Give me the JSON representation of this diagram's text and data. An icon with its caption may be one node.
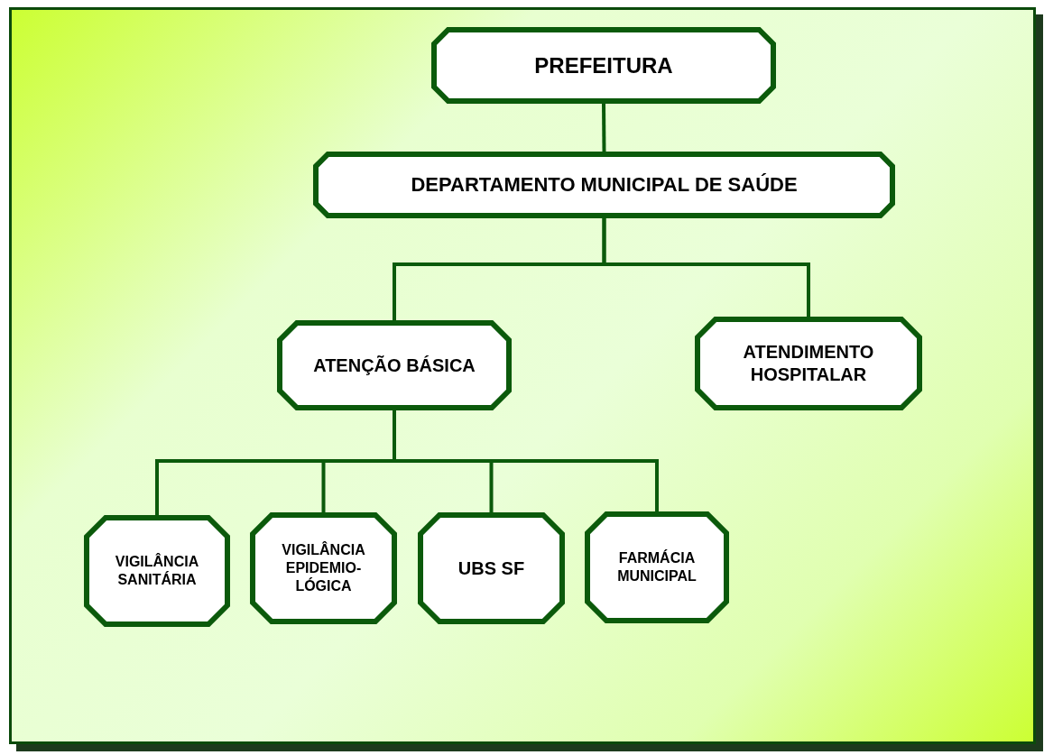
{
  "diagram": {
    "nodes": [
      {
        "text": [
          "PREFEITURA"
        ]
      },
      {
        "text": [
          "DEPARTAMENTO MUNICIPAL DE SAÚDE"
        ]
      },
      {
        "text": [
          "ATENÇÃO BÁSICA"
        ]
      },
      {
        "text": [
          "ATENDIMENTO HOSPITALAR"
        ]
      },
      {
        "text": [
          "VIGILÂNCIA SANITÁRIA"
        ]
      },
      {
        "text": [
          "VIGILÂNCIA EPIDEMIO- LÓGICA"
        ]
      },
      {
        "text": [
          "UBS SF"
        ]
      },
      {
        "text": [
          "FARMÁCIA MUNICIPAL"
        ]
      }
    ],
    "edges": [
      {
        "from": 0,
        "to": 1,
        "arrow": "none"
      },
      {
        "from": 1,
        "to": 2,
        "arrow": "none"
      },
      {
        "from": 1,
        "to": 3,
        "arrow": "none"
      },
      {
        "from": 2,
        "to": 4,
        "arrow": "none"
      },
      {
        "from": 2,
        "to": 5,
        "arrow": "none"
      },
      {
        "from": 2,
        "to": 6,
        "arrow": "none"
      },
      {
        "from": 2,
        "to": 7,
        "arrow": "none"
      }
    ]
  }
}
